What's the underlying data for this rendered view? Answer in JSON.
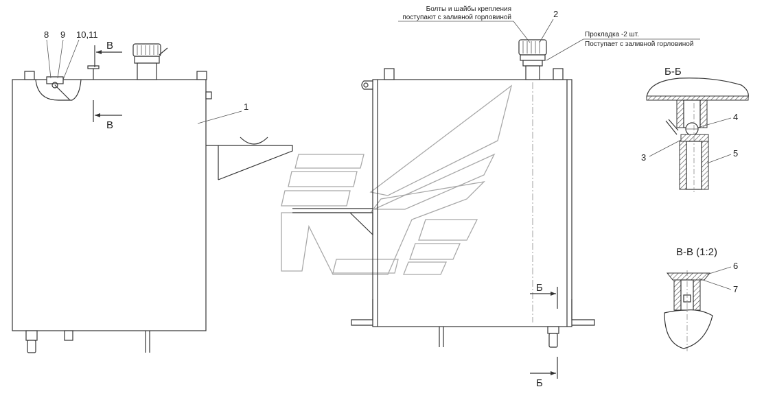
{
  "callouts": {
    "c1": "1",
    "c2": "2",
    "c3": "3",
    "c4": "4",
    "c5": "5",
    "c6": "6",
    "c7": "7",
    "c8": "8",
    "c9": "9",
    "c10_11": "10,11"
  },
  "notes": {
    "bolts_line1": "Болты и шайбы крепления",
    "bolts_line2": "поступают с заливной горловиной",
    "gasket_line1": "Прокладка -2 шт.",
    "gasket_line2": "Поступает с заливной  горловиной"
  },
  "section_marks": {
    "v_top": "В",
    "v_bottom": "В",
    "b_top": "Б",
    "b_bottom": "Б"
  },
  "section_titles": {
    "bb": "Б-Б",
    "vv": "В-В (1:2)"
  },
  "colors": {
    "line": "#333333",
    "watermark": "#a8a8a8",
    "background": "#ffffff"
  }
}
